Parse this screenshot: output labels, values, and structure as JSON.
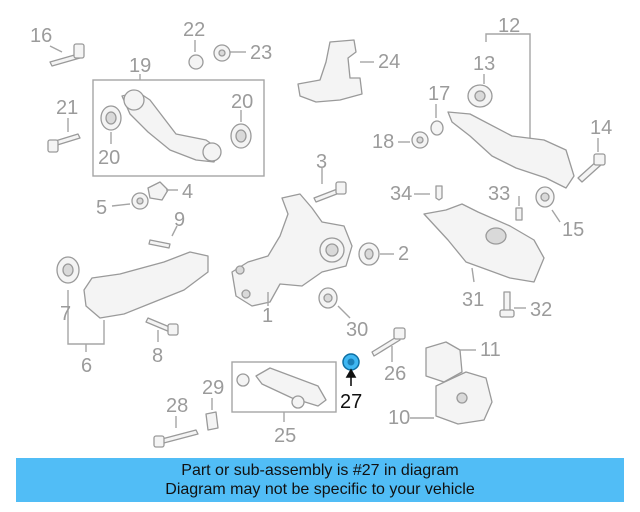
{
  "diagram": {
    "labels": {
      "n1": "1",
      "n2": "2",
      "n3": "3",
      "n4": "4",
      "n5": "5",
      "n6": "6",
      "n7": "7",
      "n8": "8",
      "n9": "9",
      "n10": "10",
      "n11": "11",
      "n12": "12",
      "n13": "13",
      "n14": "14",
      "n15": "15",
      "n16": "16",
      "n17": "17",
      "n18": "18",
      "n19": "19",
      "n20a": "20",
      "n20b": "20",
      "n21": "21",
      "n22": "22",
      "n23": "23",
      "n24": "24",
      "n25": "25",
      "n26": "26",
      "n27": "27",
      "n28": "28",
      "n29": "29",
      "n30": "30",
      "n31": "31",
      "n32": "32",
      "n33": "33",
      "n34": "34"
    },
    "highlighted_part": "27",
    "highlight_color": "#3fb7f2"
  },
  "banner": {
    "line1": "Part or sub-assembly is #27 in diagram",
    "line2": "Diagram may not be specific to your vehicle",
    "background": "#51bdf6"
  }
}
